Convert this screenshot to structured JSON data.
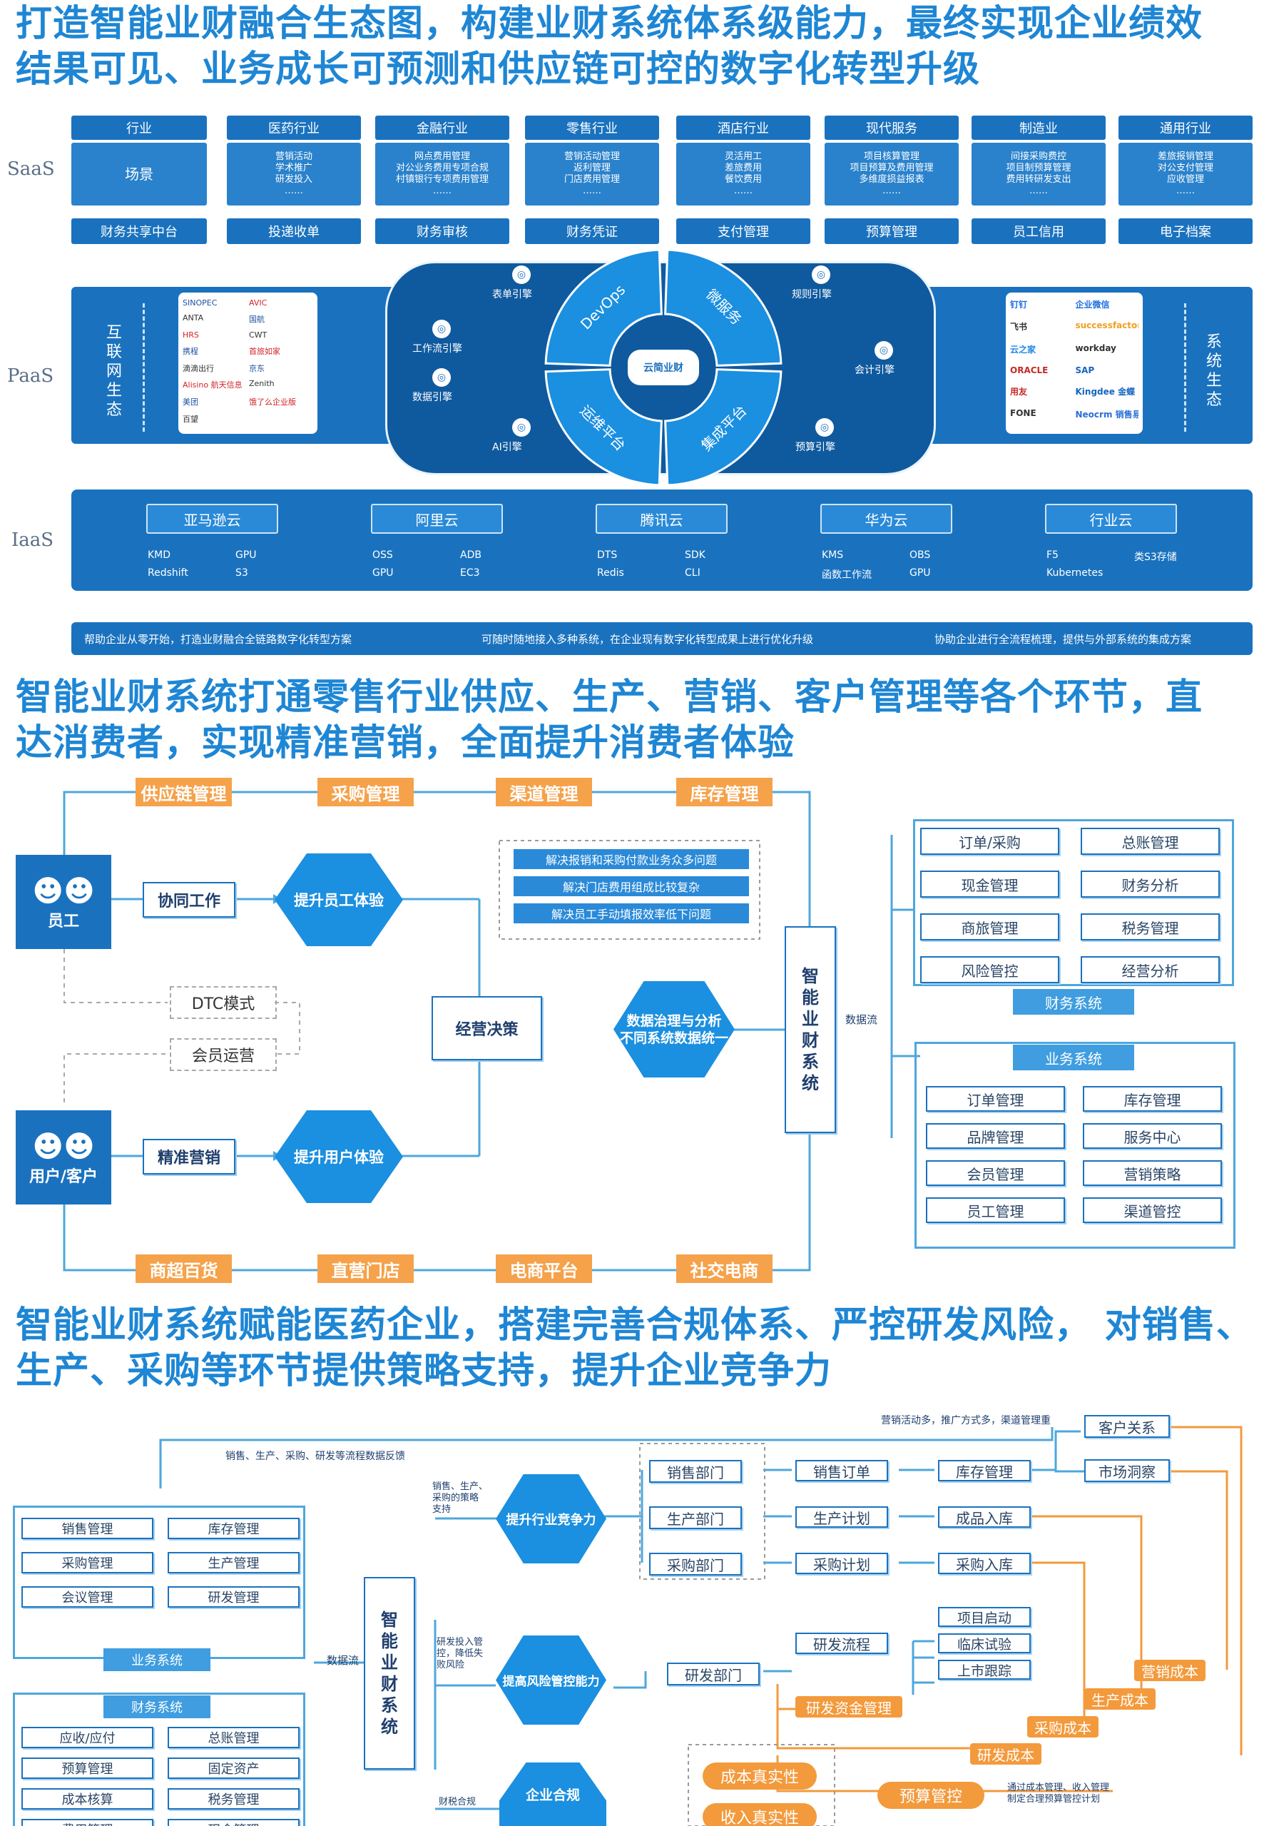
{
  "h1": {
    "l1": "打造智能业财融合生态图，构建业财系统体系级能力，最终实现企业绩效",
    "l2": "结果可见、业务成长可预测和供应链可控的数字化转型升级"
  },
  "h2": {
    "l1": "智能业财系统打通零售行业供应、生产、营销、客户管理等各个环节，直",
    "l2": "达消费者，实现精准营销，全面提升消费者体验"
  },
  "h3": {
    "l1": "智能业财系统赋能医药企业，搭建完善合规体系、严控研发风险， 对销售、",
    "l2": "生产、采购等环节提供策略支持，提升企业竞争力"
  },
  "eco": {
    "saas": "SaaS",
    "paas": "PaaS",
    "iaas": "IaaS",
    "industries": [
      {
        "t": "行业",
        "d": "场景"
      },
      {
        "t": "医药行业",
        "d": "营销活动\n学术推广\n研发投入\n……"
      },
      {
        "t": "金融行业",
        "d": "网点费用管理\n对公业务费用专项合规\n村镇银行专项费用管理\n……"
      },
      {
        "t": "零售行业",
        "d": "营销活动管理\n返利管理\n门店费用管理\n……"
      },
      {
        "t": "酒店行业",
        "d": "灵活用工\n差旅费用\n餐饮费用\n……"
      },
      {
        "t": "现代服务",
        "d": "项目核算管理\n项目预算及费用管理\n多维度损益报表\n……"
      },
      {
        "t": "制造业",
        "d": "间接采购费控\n项目制预算管理\n费用转研发支出\n……"
      },
      {
        "t": "通用行业",
        "d": "差旅报销管理\n对公支付管理\n应收管理\n……"
      }
    ],
    "modules": [
      "财务共享中台",
      "投递收单",
      "财务审核",
      "财务凭证",
      "支付管理",
      "预算管理",
      "员工信用",
      "电子档案"
    ],
    "left_eco": "互\n联\n网\n生\n态",
    "right_eco": "系\n统\n生\n态",
    "left_logos": [
      "SINOPEC",
      "AVIC",
      "ANTA",
      "国航 ",
      "HRS",
      "CWT",
      "携程",
      "首旅如家",
      "滴滴出行",
      "京东",
      "Alisino 航天信息",
      "Zenith",
      "美团",
      "饿了么企业版",
      "百望"
    ],
    "right_logos": [
      "钉钉",
      "企业微信",
      "飞书",
      "successfactors",
      "云之家",
      "workday",
      "ORACLE",
      "SAP",
      "用友",
      "Kingdee 金蝶",
      "FONE",
      "Neocrm 销售易"
    ],
    "engines": [
      "表单引擎",
      "规则引擎",
      "工作流引擎",
      "会计引擎",
      "数据引擎",
      "AI引擎",
      "预算引擎"
    ],
    "ring": [
      "DevOps",
      "微服务",
      "运维平台",
      "集成平台"
    ],
    "center": "云简业财",
    "clouds": [
      {
        "t": "亚马逊云",
        "a": [
          "KMD",
          "Redshift"
        ],
        "b": [
          "GPU",
          "S3"
        ]
      },
      {
        "t": "阿里云",
        "a": [
          "OSS",
          "GPU"
        ],
        "b": [
          "ADB",
          "EC3"
        ]
      },
      {
        "t": "腾讯云",
        "a": [
          "DTS",
          "Redis"
        ],
        "b": [
          "SDK",
          "CLI"
        ]
      },
      {
        "t": "华为云",
        "a": [
          "KMS",
          "函数工作流"
        ],
        "b": [
          "OBS",
          "GPU"
        ]
      },
      {
        "t": "行业云",
        "a": [
          "F5",
          "Kubernetes"
        ],
        "b": [
          "类S3存储",
          ""
        ]
      }
    ],
    "bullets": [
      "帮助企业从零开始，打造业财融合全链路数字化转型方案",
      "可随时随地接入多种系统，在企业现有数字化转型成果上进行优化升级",
      "协助企业进行全流程梳理，提供与外部系统的集成方案"
    ]
  },
  "retail": {
    "top": [
      "供应链管理",
      "采购管理",
      "渠道管理",
      "库存管理"
    ],
    "bottom": [
      "商超百货",
      "直营门店",
      "电商平台",
      "社交电商"
    ],
    "employee": "员工",
    "customer": "用户/客户",
    "collab": "协同工作",
    "precise": "精准营销",
    "hex_emp": "提升员工体验",
    "hex_user": "提升用户体验",
    "hex_data": "数据治理与分析\n不同系统数据统一",
    "dtc": "DTC模式",
    "member": "会员运营",
    "decision": "经营决策",
    "problems": [
      "解决报销和采购付款业务众多问题",
      "解决门店费用组成比较复杂",
      "解决员工手动填报效率低下问题"
    ],
    "core": "智\n能\n业\n财\n系\n统",
    "flow": "数据流",
    "fin_title": "财务系统",
    "fin": [
      "订单/采购",
      "总账管理",
      "现金管理",
      "财务分析",
      "商旅管理",
      "税务管理",
      "风险管控",
      "经营分析"
    ],
    "biz_title": "业务系统",
    "biz": [
      "订单管理",
      "库存管理",
      "品牌管理",
      "服务中心",
      "会员管理",
      "营销策略",
      "员工管理",
      "渠道管控"
    ]
  },
  "pharma": {
    "top_note": "销售、生产、采购、研发等流程数据反馈",
    "mk_note": "营销活动多，推广方式多，渠道管理重",
    "biz_title": "业务系统",
    "biz": [
      "销售管理",
      "库存管理",
      "采购管理",
      "生产管理",
      "会议管理",
      "研发管理"
    ],
    "fin_title": "财务系统",
    "fin": [
      "应收/应付",
      "总账管理",
      "预算管理",
      "固定资产",
      "成本核算",
      "税务管理",
      "费用管理",
      "现金管理"
    ],
    "flow": "数据流",
    "core": "智\n能\n业\n财\n系\n统",
    "note1": "销售、生产、\n采购的策略\n支持",
    "note2": "研发投入管\n控，降低失\n败风险",
    "note3": "财税合规",
    "hex1": "提升行业竞争力",
    "hex2": "提高风险管控能力",
    "hex3": "企业合规",
    "depts": [
      "销售部门",
      "生产部门",
      "采购部门",
      "研发部门"
    ],
    "col2": [
      "销售订单",
      "生产计划",
      "采购计划",
      "研发流程"
    ],
    "col3": [
      "库存管理",
      "成品入库",
      "采购入库"
    ],
    "rd": [
      "项目启动",
      "临床试验",
      "上市跟踪"
    ],
    "right": [
      "客户关系",
      "市场洞察"
    ],
    "rdfund": "研发资金管理",
    "costs": [
      "营销成本",
      "生产成本",
      "采购成本",
      "研发成本"
    ],
    "cost_true": "成本真实性",
    "rev_true": "收入真实性",
    "budget": "预算管控",
    "budget_note": "通过成本管理、收入管理\n制定合理预算管控计划"
  }
}
